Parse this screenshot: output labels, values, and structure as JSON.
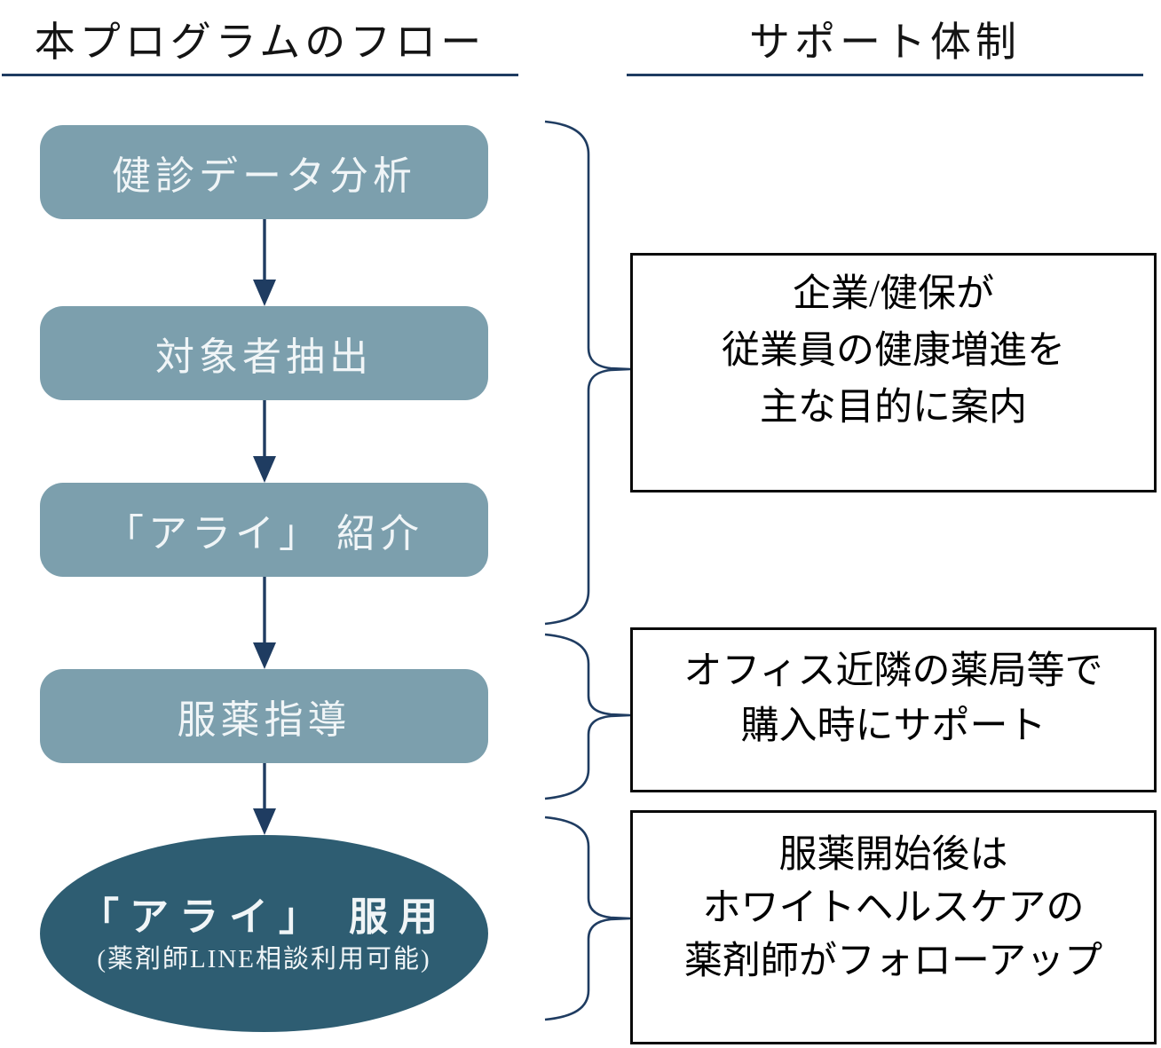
{
  "headings": {
    "left": "本プログラムのフロー",
    "right": "サポート体制"
  },
  "flow": {
    "steps": [
      "健診データ分析",
      "対象者抽出",
      "「アライ」 紹介",
      "服薬指導"
    ],
    "final": {
      "label": "「アライ」 服用",
      "sublabel": "(薬剤師LINE相談利用可能)"
    }
  },
  "support": {
    "notes": [
      {
        "lines": [
          "企業/健保が",
          "従業員の健康増進を",
          "主な目的に案内"
        ]
      },
      {
        "lines": [
          "オフィス近隣の薬局等で",
          "購入時にサポート"
        ]
      },
      {
        "lines": [
          "服薬開始後は",
          "ホワイトヘルスケアの",
          "薬剤師がフォローアップ"
        ]
      }
    ]
  },
  "colors": {
    "step_fill": "#7C9FAD",
    "final_fill": "#2E5D72",
    "accent_navy": "#1F3C61",
    "box_border": "#0a0a0a",
    "step_text": "#F0F5F7",
    "heading_text": "#141414"
  }
}
